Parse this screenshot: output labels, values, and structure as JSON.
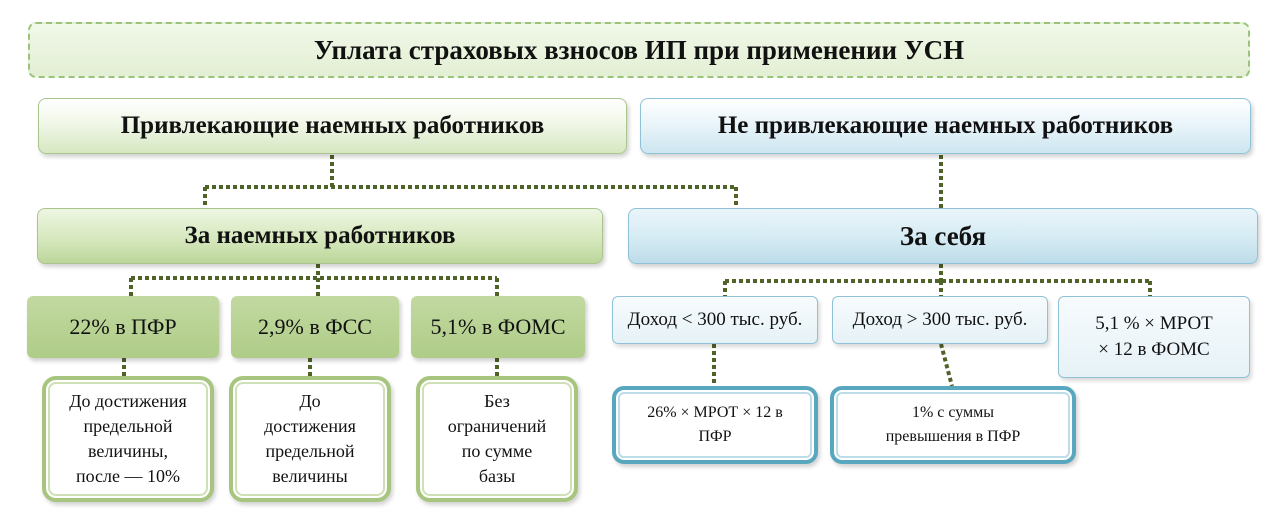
{
  "title": "Уплата страховых взносов ИП при применении УСН",
  "branches": {
    "employers": "Привлекающие наемных работников",
    "non_employers": "Не привлекающие наемных работников"
  },
  "groups": {
    "for_employees": "За наемных работников",
    "for_self": "За себя"
  },
  "employee_rates": [
    {
      "label": "22% в ПФР",
      "note": "До достижения\nпредельной\nвеличины,\nпосле — 10%"
    },
    {
      "label": "2,9% в ФСС",
      "note": "До\nдостижения\nпредельной\nвеличины"
    },
    {
      "label": "5,1% в ФОМС",
      "note": "Без\nограничений\nпо сумме\nбазы"
    }
  ],
  "self_rates": [
    {
      "label": "Доход < 300 тыс. руб.",
      "note": "26% × МРОТ × 12 в\nПФР"
    },
    {
      "label": "Доход > 300 тыс. руб.",
      "note": "1% с суммы\nпревышения в ПФР"
    },
    {
      "label": "5,1 % × МРОТ\n× 12 в ФОМС"
    }
  ],
  "colors": {
    "green_accent": "#a7c57e",
    "blue_accent": "#58a7be",
    "connector": "#4f6228"
  }
}
